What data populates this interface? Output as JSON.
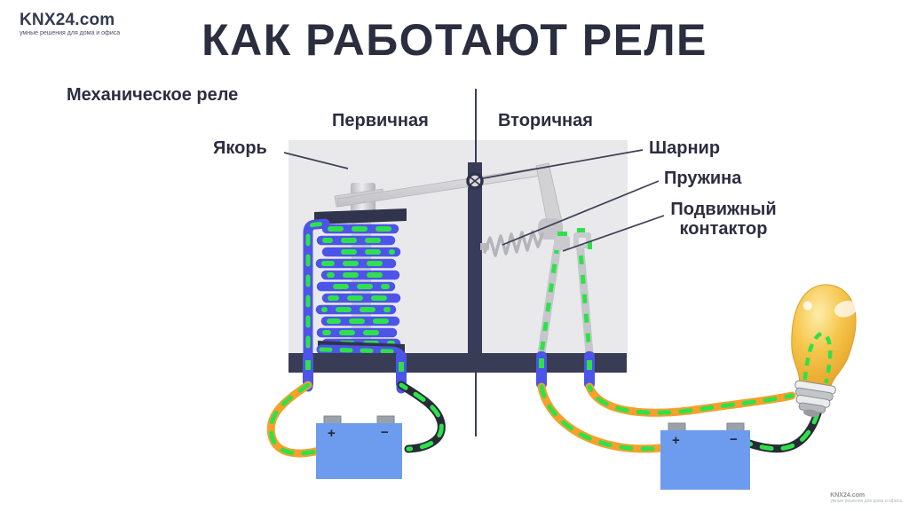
{
  "logo": {
    "brand": "KNX24.com",
    "tagline": "умные решения для дома и офиса"
  },
  "title": "КАК РАБОТАЮТ РЕЛЕ",
  "scheme": {
    "type_label": "Механическое реле",
    "primary_label": "Первичная",
    "secondary_label": "Вторичная",
    "armature_label": "Якорь",
    "hinge_label": "Шарнир",
    "spring_label": "Пружина",
    "contactor_label": "Подвижный контактор",
    "battery_primary": {
      "plus": "+",
      "minus": "−"
    },
    "battery_secondary": {
      "plus": "+",
      "minus": "−"
    }
  },
  "watermark": {
    "brand": "KNX24.com",
    "tagline": "умные решения для дома и офиса"
  },
  "colors": {
    "ink": "#2b2e3f",
    "structure": "#343850",
    "panel_gray": "#e9e9ec",
    "coil_blue": "#4d54e8",
    "current_green": "#2ee14b",
    "wire_orange": "#f7a02b",
    "wire_dark": "#272b36",
    "battery_blue": "#6d9cef",
    "bulb_amber": "#f3b93a",
    "metal_gray": "#c9c9cd"
  }
}
